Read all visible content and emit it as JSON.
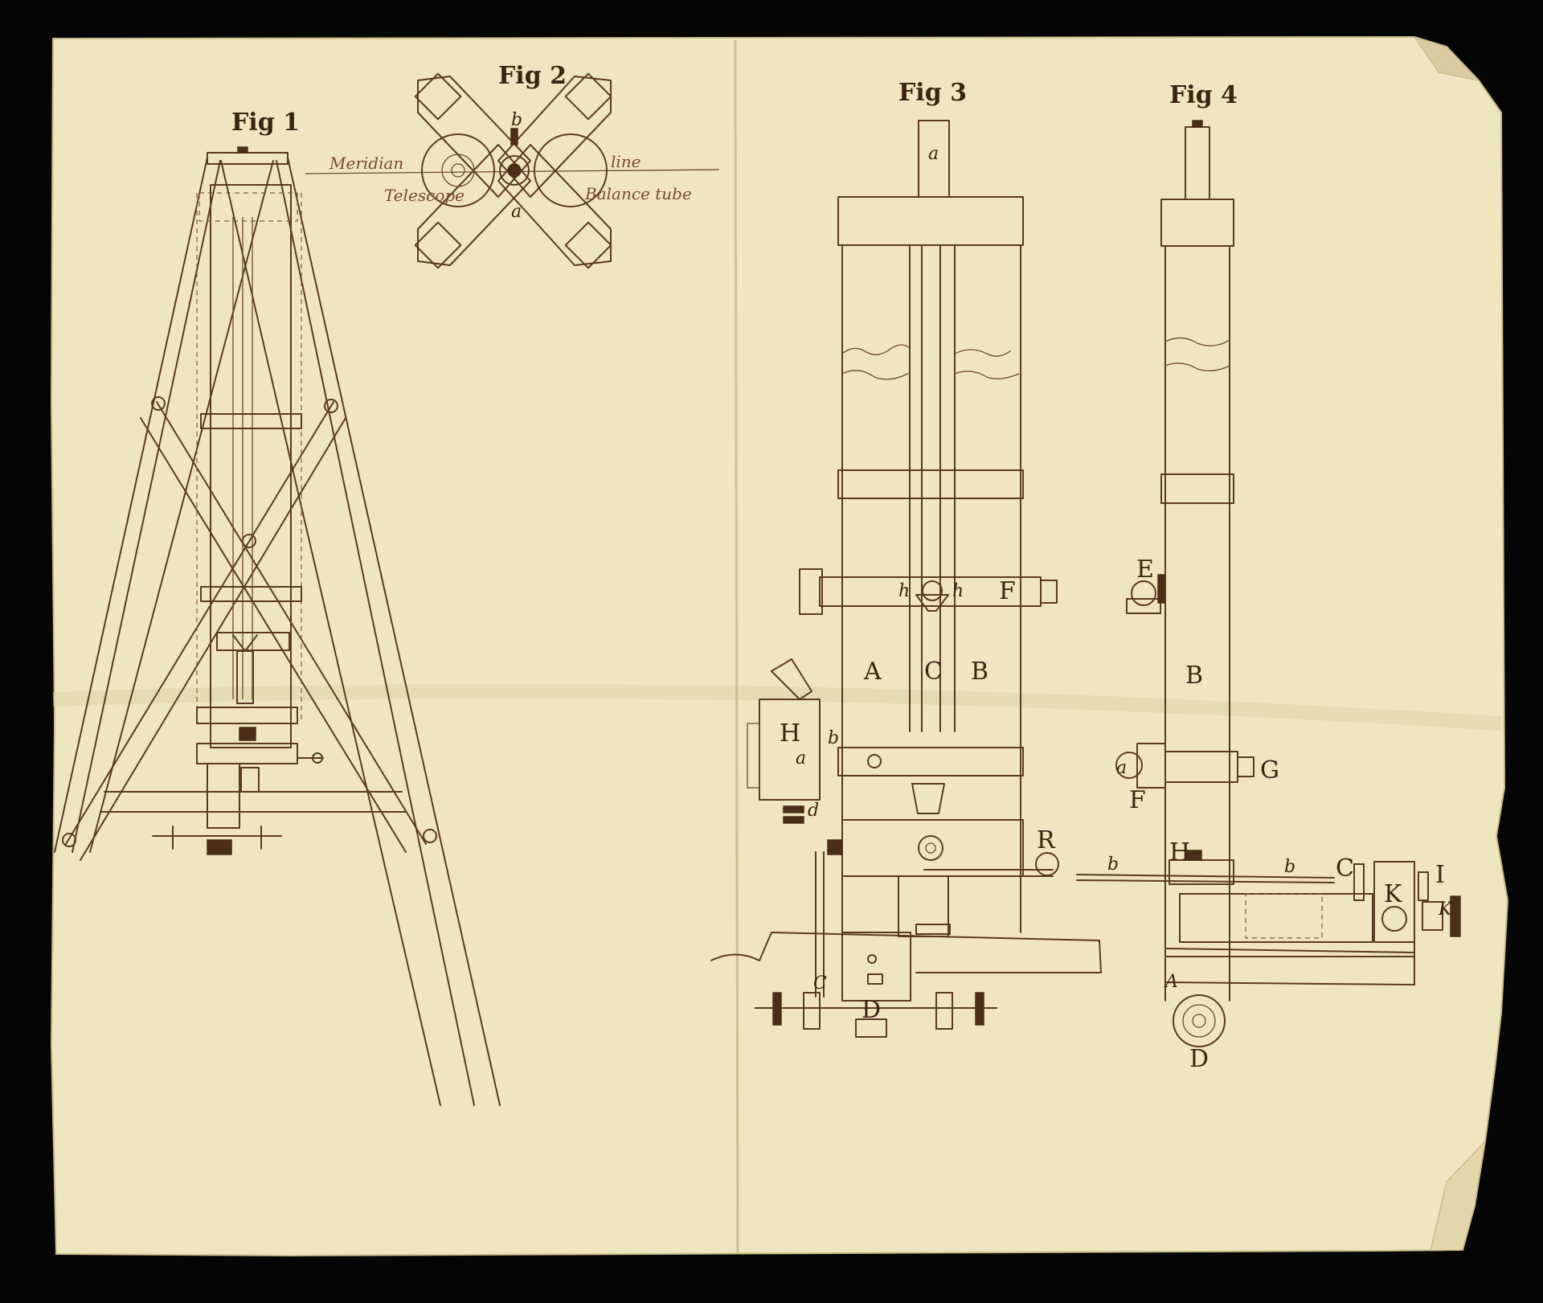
{
  "figures": {
    "fig1": "Fig 1",
    "fig2": "Fig 2",
    "fig3": "Fig 3",
    "fig4": "Fig 4"
  },
  "fig2_labels": {
    "meridian": "Meridian",
    "line": "line",
    "telescope": "Telescope",
    "balance_tube": "Balance tube",
    "a": "a",
    "b": "b"
  },
  "fig3_labels": {
    "a_top": "a",
    "F": "F",
    "h_left": "h",
    "h_right": "h",
    "A": "A",
    "C": "C",
    "B": "B",
    "H": "H",
    "b": "b",
    "a_small": "a",
    "d": "d",
    "R": "R",
    "C_small": "C",
    "D": "D"
  },
  "fig4_labels": {
    "E": "E",
    "B": "B",
    "F": "F",
    "G": "G",
    "a_small": "a",
    "H": "H",
    "b_left": "b",
    "b_right": "b",
    "C": "C",
    "I": "I",
    "K": "K",
    "K_small": "K",
    "A": "A",
    "D": "D"
  },
  "colors": {
    "paper": "#efe6bf",
    "ink": "#5a3a22",
    "background": "#050505"
  }
}
